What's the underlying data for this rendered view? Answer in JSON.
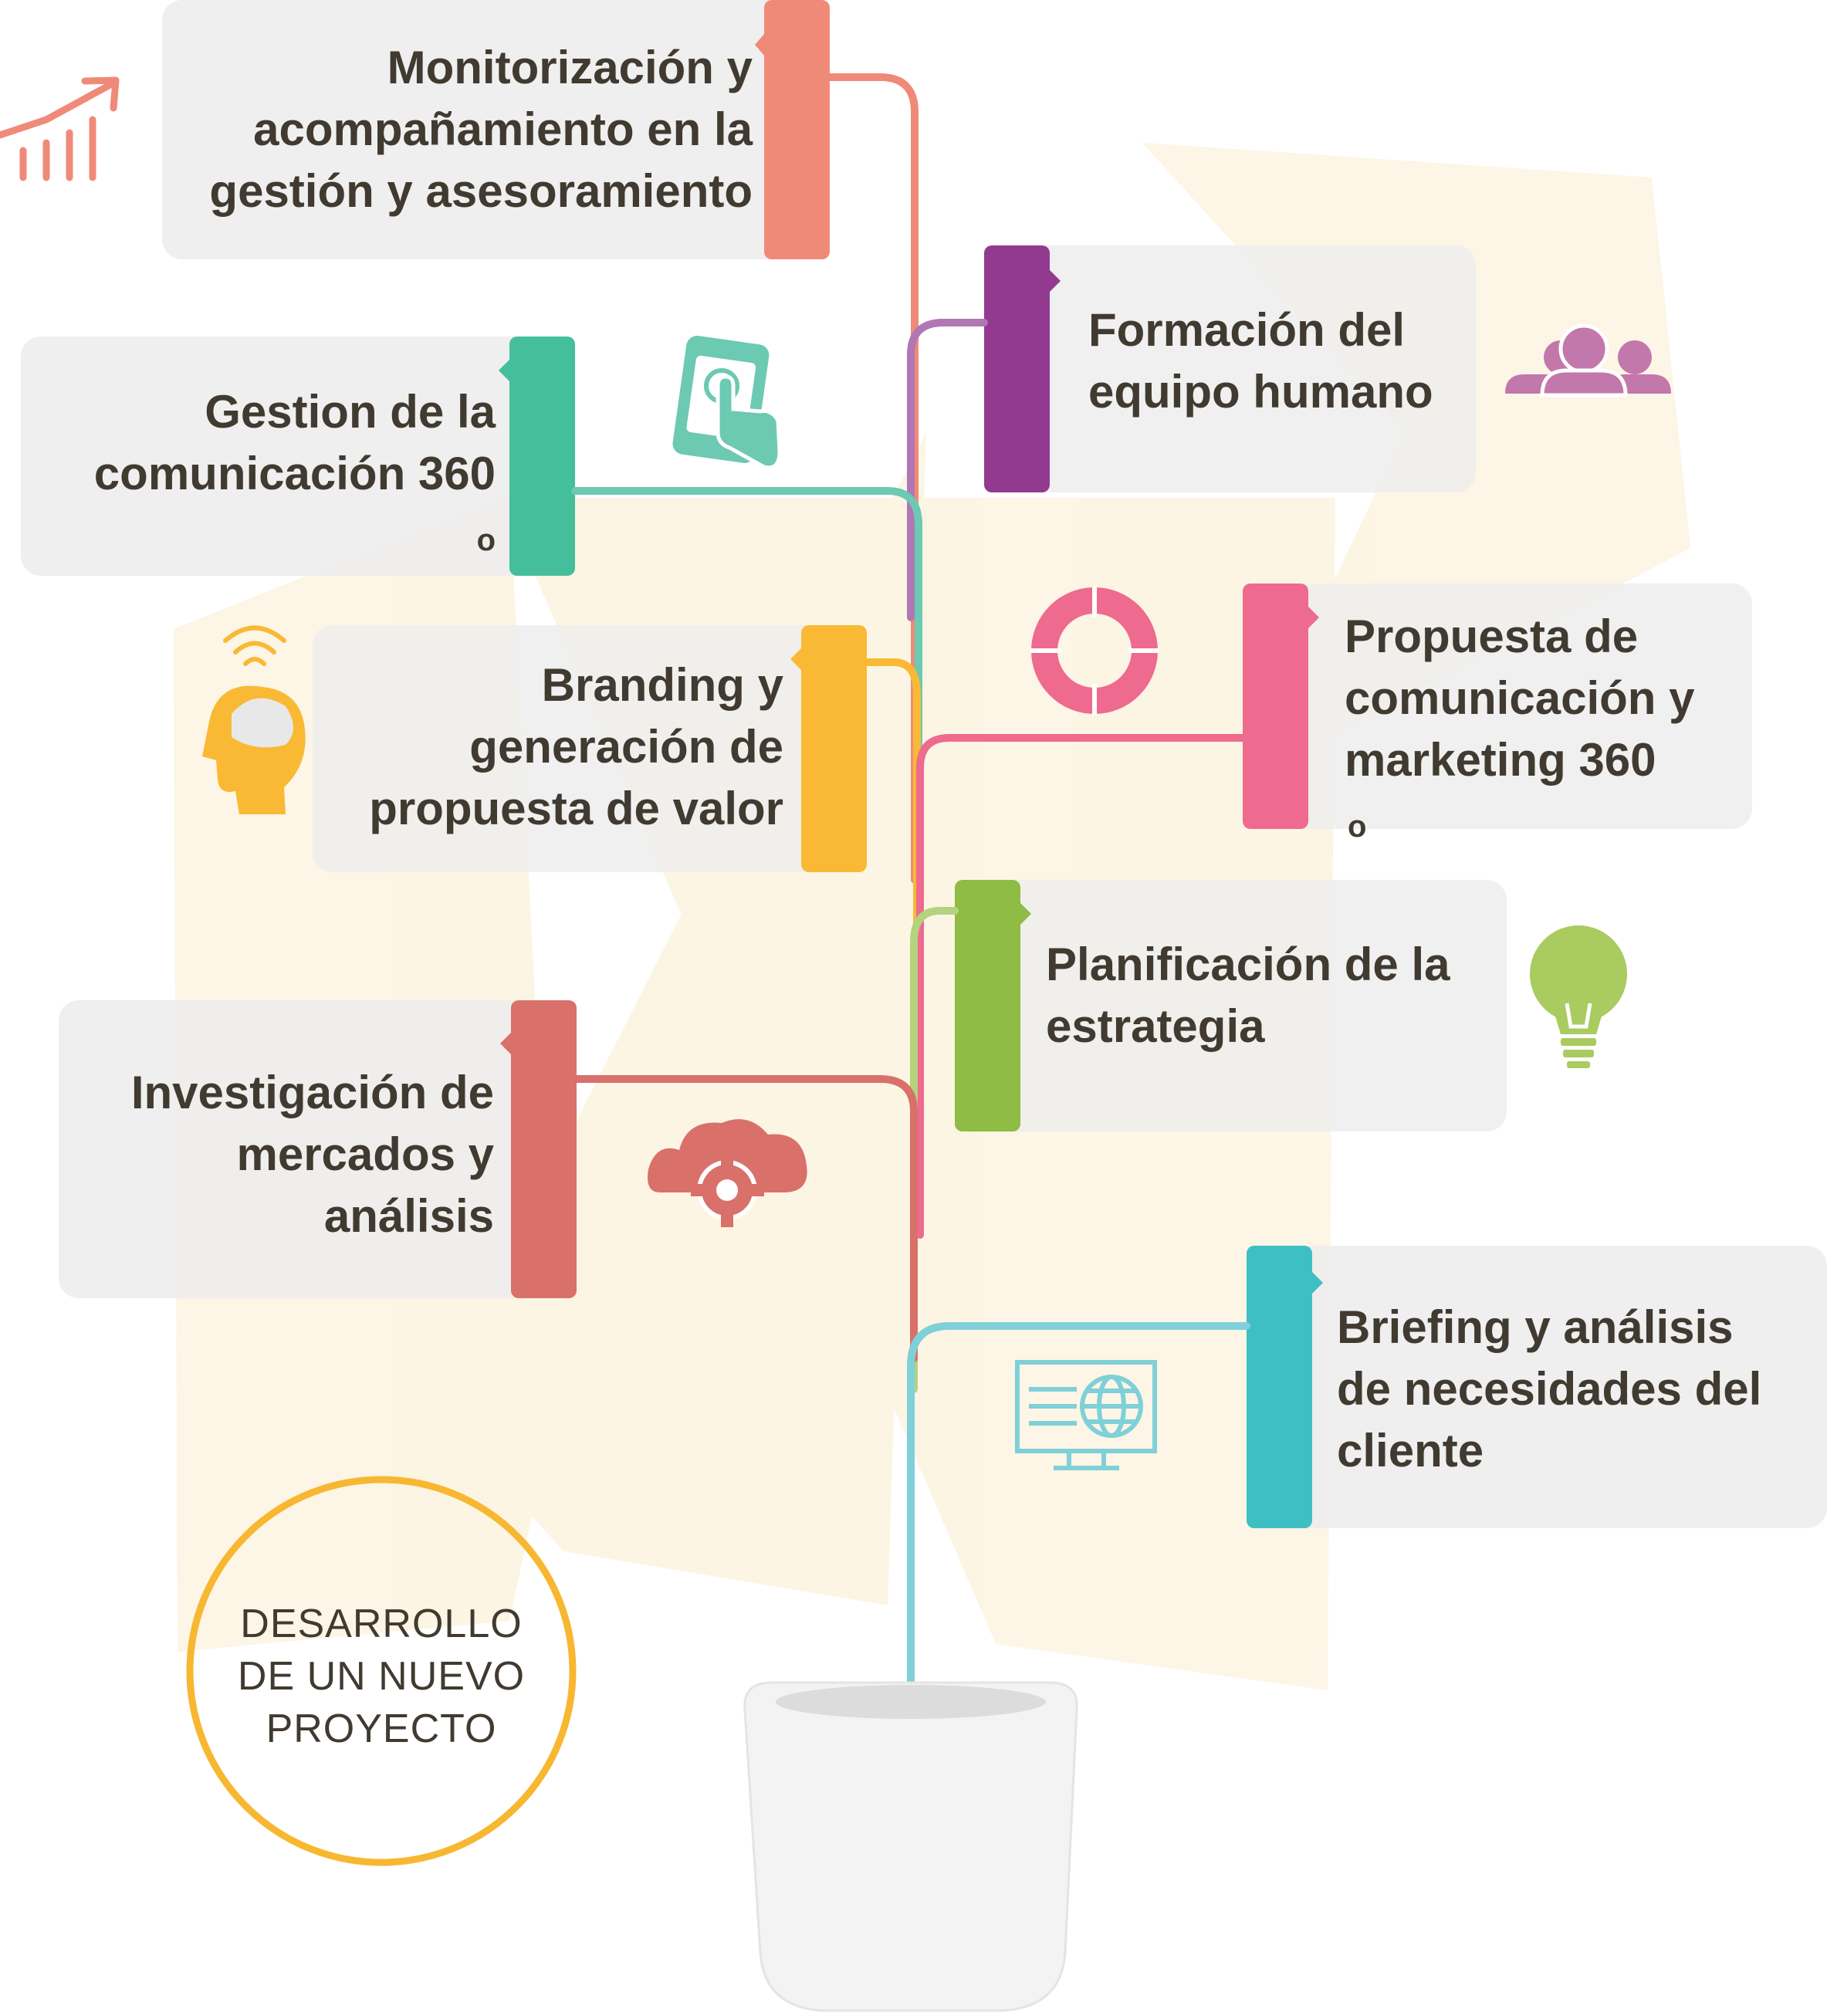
{
  "center_label": [
    "DESARROLLO",
    "DE UN NUEVO",
    "PROYECTO"
  ],
  "steps": [
    {
      "id": "monitorizacion",
      "lines": [
        "Monitorización y",
        "acompañamiento en la",
        "gestión y asesoramiento"
      ],
      "color": "#f08a78",
      "icon": "growth-chart-icon"
    },
    {
      "id": "formacion",
      "lines": [
        "Formación del",
        "equipo humano"
      ],
      "color": "#913a8f",
      "icon": "people-group-icon"
    },
    {
      "id": "gestion",
      "lines": [
        "Gestion de la",
        "comunicación 360"
      ],
      "degree": "o",
      "color": "#45be9c",
      "icon": "touch-phone-icon"
    },
    {
      "id": "propuesta",
      "lines": [
        "Propuesta de",
        "comunicación y",
        "marketing 360"
      ],
      "degree": "o",
      "color": "#ee6a8e",
      "icon": "cycle-arrows-icon"
    },
    {
      "id": "branding",
      "lines": [
        "Branding y",
        "generación de",
        "propuesta de valor"
      ],
      "color": "#f9b934",
      "icon": "head-signal-icon"
    },
    {
      "id": "planificacion",
      "lines": [
        "Planificación de la",
        "estrategia"
      ],
      "color": "#8ebc44",
      "icon": "lightbulb-icon"
    },
    {
      "id": "investigacion",
      "lines": [
        "Investigación de",
        "mercados y",
        "análisis"
      ],
      "color": "#d9706a",
      "icon": "cloud-gear-icon"
    },
    {
      "id": "briefing",
      "lines": [
        "Briefing y análisis",
        "de necesidades del",
        "cliente"
      ],
      "color": "#3ebfc3",
      "icon": "monitor-globe-icon"
    }
  ],
  "colors": {
    "card_background": "#ededed",
    "text": "#403a30",
    "circle_border": "#f7b730",
    "light_beam": "#fbefd3",
    "pot": "#f3f3f3"
  }
}
